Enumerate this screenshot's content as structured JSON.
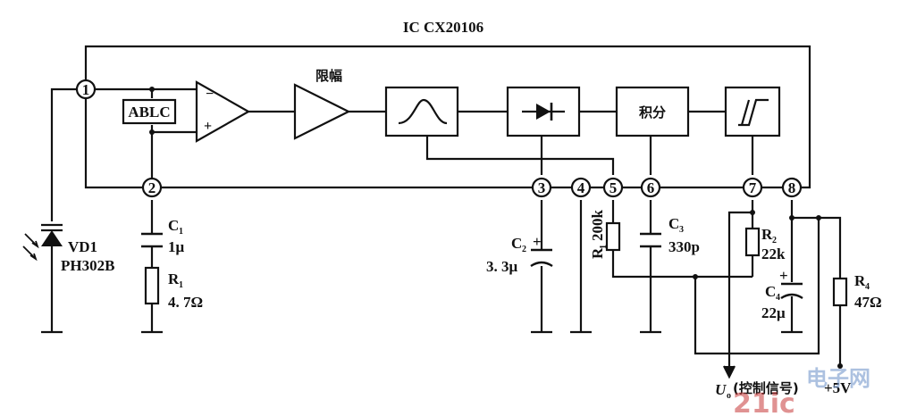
{
  "title": "IC CX20106",
  "blocks": {
    "ablc": "ABLC",
    "limiter": "限幅",
    "integrator": "积分",
    "opamp_minus": "−",
    "opamp_plus": "+"
  },
  "pins": [
    "1",
    "2",
    "3",
    "4",
    "5",
    "6",
    "7",
    "8"
  ],
  "components": {
    "vd1_name": "VD1",
    "vd1_part": "PH302B",
    "c1_name": "C",
    "c1_sub": "1",
    "c1_value": "1μ",
    "r1_name": "R",
    "r1_sub": "1",
    "r1_value": "4. 7Ω",
    "c2_name": "C",
    "c2_sub": "2",
    "c2_value": "3. 3μ",
    "r1b_name": "R",
    "r1b_sub": "1",
    "r1b_value": "200k",
    "c3_name": "C",
    "c3_sub": "3",
    "c3_value": "330p",
    "r2_name": "R",
    "r2_sub": "2",
    "r2_value": "22k",
    "c4_name": "C",
    "c4_sub": "4",
    "c4_value": "22μ",
    "r4_name": "R",
    "r4_sub": "4",
    "r4_value": "47Ω",
    "polarity_plus": "+"
  },
  "output": {
    "symbol": "U",
    "symbol_sub": "o",
    "label": "(控制信号)",
    "supply": "+5V"
  },
  "watermark": {
    "brand": "21ic",
    "cn": "电子网"
  }
}
